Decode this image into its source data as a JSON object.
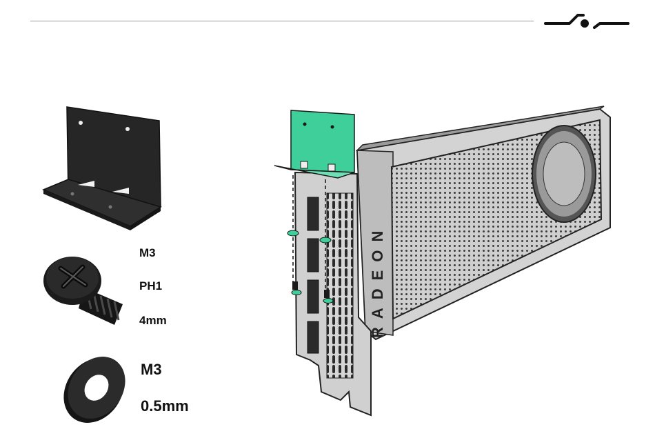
{
  "header": {
    "logo_icon": "switch-logo-icon"
  },
  "parts": {
    "bracket": {
      "icon": "mounting-bracket-icon",
      "color": "#1c1c1c"
    },
    "screw": {
      "icon": "screw-icon",
      "thread": "M3",
      "head": "PH1",
      "length": "4mm"
    },
    "washer": {
      "icon": "washer-icon",
      "size": "M3",
      "thickness": "0.5mm"
    }
  },
  "gpu": {
    "icon": "graphics-card-icon",
    "brand_text": "RADEON",
    "accent_color": "#3fcf9a"
  }
}
